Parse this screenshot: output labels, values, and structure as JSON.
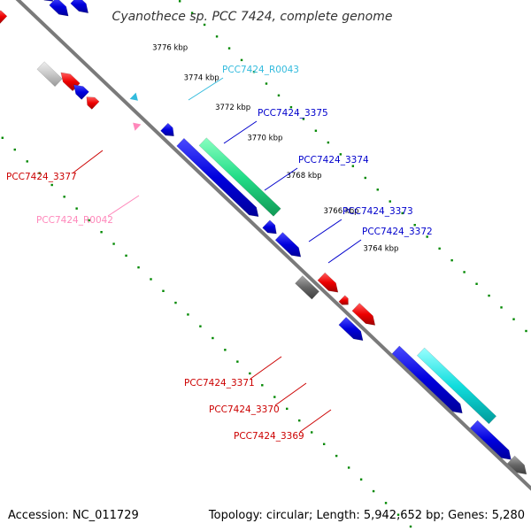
{
  "title": "Cyanothece sp. PCC 7424, complete genome",
  "footer": {
    "accession": "Accession: NC_011729",
    "summary": "Topology: circular; Length: 5,942,652 bp; Genes: 5,280"
  },
  "colors": {
    "backbone": "#7a7a7a",
    "forward_cds": "#0000dd",
    "reverse_cds": "#ee0000",
    "pseudo_gene": "#666666",
    "trna": "#33bbdd",
    "rrna": "#ff88bb",
    "tick": "#008800",
    "highlight_green": "#22dd88",
    "highlight_cyan": "#11dddd"
  },
  "ticks": [
    {
      "label": "3776 kbp"
    },
    {
      "label": "3774 kbp"
    },
    {
      "label": "3772 kbp"
    },
    {
      "label": "3770 kbp"
    },
    {
      "label": "3768 kbp"
    },
    {
      "label": "3766 kbp"
    },
    {
      "label": "3764 kbp"
    }
  ],
  "gene_labels": [
    {
      "text": "PCC7424_R0043",
      "color": "#33bbdd"
    },
    {
      "text": "PCC7424_3375",
      "color": "#0000cc"
    },
    {
      "text": "PCC7424_3374",
      "color": "#0000cc"
    },
    {
      "text": "PCC7424_3373",
      "color": "#0000cc"
    },
    {
      "text": "PCC7424_3372",
      "color": "#0000cc"
    },
    {
      "text": "PCC7424_3377",
      "color": "#cc0000"
    },
    {
      "text": "PCC7424_R0042",
      "color": "#ff88bb"
    },
    {
      "text": "PCC7424_3371",
      "color": "#cc0000"
    },
    {
      "text": "PCC7424_3370",
      "color": "#cc0000"
    },
    {
      "text": "PCC7424_3369",
      "color": "#cc0000"
    }
  ]
}
